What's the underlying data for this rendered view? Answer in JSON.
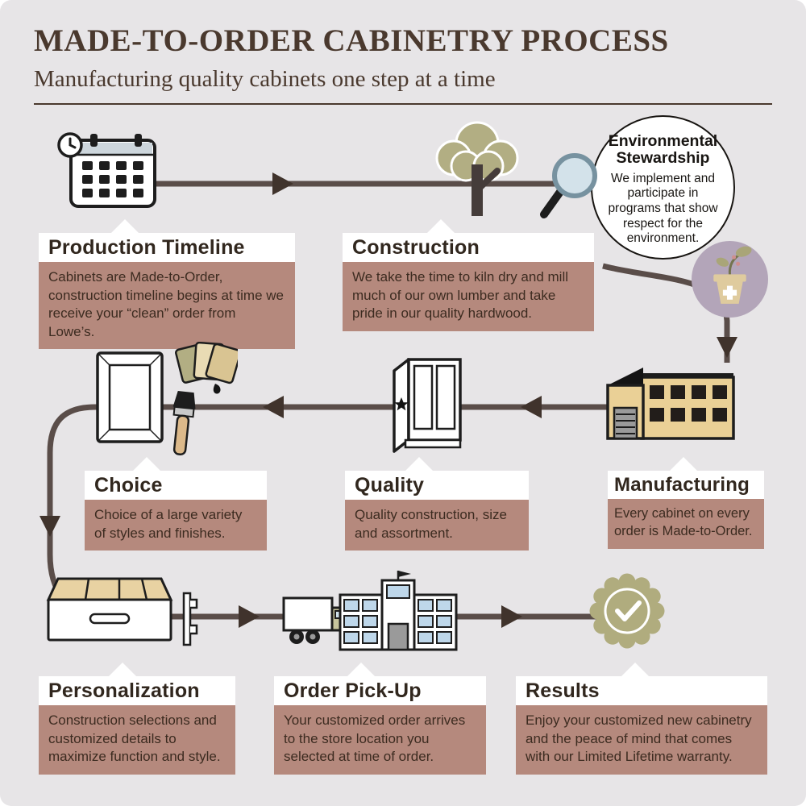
{
  "header": {
    "title": "MADE-TO-ORDER CABINETRY PROCESS",
    "subtitle": "Manufacturing quality cabinets one step at a time"
  },
  "steps": [
    {
      "id": "production-timeline",
      "label": "Production Timeline",
      "desc": "Cabinets are Made-to-Order, construction timeline begins at time we receive your “clean” order  from Lowe’s.",
      "icon": "calendar-clock-icon"
    },
    {
      "id": "construction",
      "label": "Construction",
      "desc": "We take the time to kiln dry and mill much of our own lumber and take pride in our quality hardwood.",
      "icon": "tree-icon magnifier-icon"
    },
    {
      "id": "environmental-stewardship",
      "label": "Environmental Stewardship",
      "desc": "We implement and participate in programs that show respect for the environment.",
      "icon": "seedling-pot-icon"
    },
    {
      "id": "manufacturing",
      "label": "Manufacturing",
      "desc": "Every cabinet on every order is Made-to-Order.",
      "icon": "factory-icon"
    },
    {
      "id": "quality",
      "label": "Quality",
      "desc": "Quality construction, size and assortment.",
      "icon": "cabinet-star-icon"
    },
    {
      "id": "choice",
      "label": "Choice",
      "desc": "Choice of a large variety of styles and finishes.",
      "icon": "cabinet-door-icon swatches-icon paintbrush-icon"
    },
    {
      "id": "personalization",
      "label": "Personalization",
      "desc": "Construction selections and customized details to maximize function and style.",
      "icon": "drawer-icon"
    },
    {
      "id": "order-pickup",
      "label": "Order Pick-Up",
      "desc": "Your customized order arrives to the store location you selected at time of order.",
      "icon": "truck-icon store-icon"
    },
    {
      "id": "results",
      "label": "Results",
      "desc": "Enjoy  your customized new cabinetry and the peace of mind that comes with our Limited Lifetime warranty.",
      "icon": "ribbon-check-icon"
    }
  ],
  "colors": {
    "bg": "#e7e5e7",
    "ink": "#4a392e",
    "box": "#b5897d",
    "box_text": "#3c2b20",
    "label_text": "#31271e",
    "path": "#5a4d49",
    "arrow": "#40332c",
    "olive": "#b2ae83",
    "tan": "#ead096",
    "lavender": "#b3a5b9"
  }
}
